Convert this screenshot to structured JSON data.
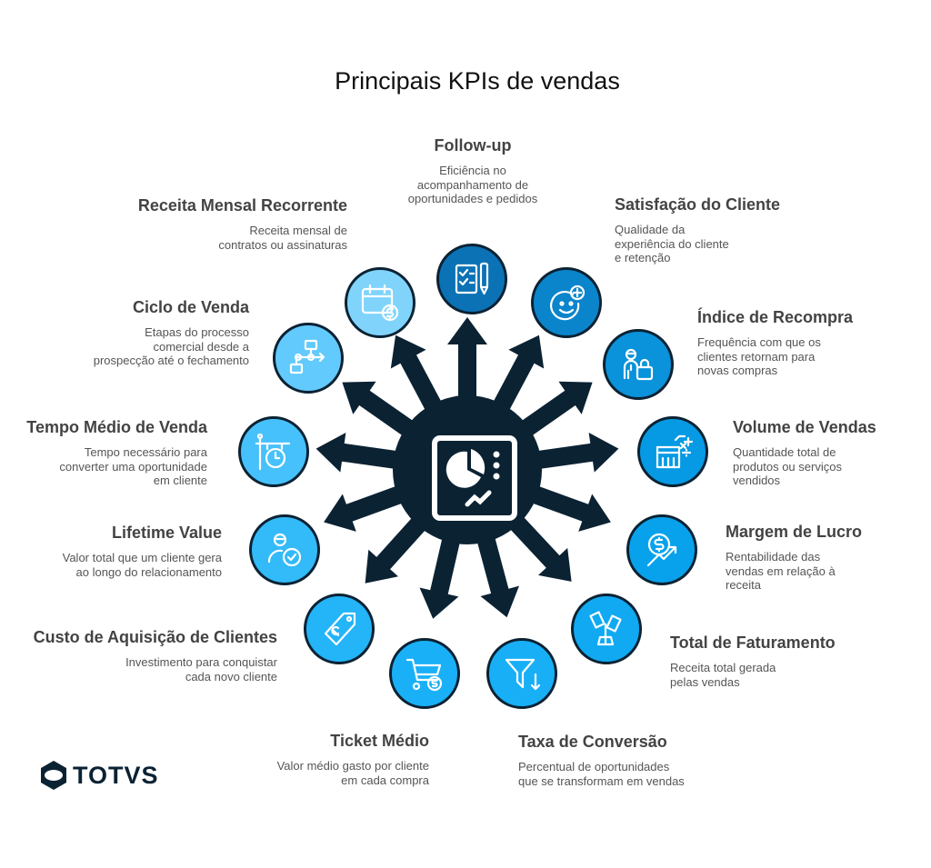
{
  "title": "Principais KPIs de vendas",
  "logo": "TOTVS",
  "kpis": [
    {
      "title": "Follow-up",
      "desc": "Eficiência no\nacompanhamento de\noportunidades e pedidos",
      "icon": "checklist-pen-icon",
      "color": "#0b72b5"
    },
    {
      "title": "Satisfação do Cliente",
      "desc": "Qualidade da\nexperiência do cliente\ne retenção",
      "icon": "smiley-plus-icon",
      "color": "#0a85cc"
    },
    {
      "title": "Índice de Recompra",
      "desc": "Frequência com que os\nclientes retornam para\nnovas compras",
      "icon": "customer-bag-icon",
      "color": "#0a92da"
    },
    {
      "title": "Volume de Vendas",
      "desc": "Quantidade total de\nprodutos ou serviços\nvendidos",
      "icon": "store-math-icon",
      "color": "#059ae3"
    },
    {
      "title": "Margem de Lucro",
      "desc": "Rentabilidade das\nvendas em relação à\nreceita",
      "icon": "dollar-growth-icon",
      "color": "#08a2ec"
    },
    {
      "title": "Total de Faturamento",
      "desc": "Receita total gerada\npelas vendas",
      "icon": "money-plant-icon",
      "color": "#10a9f2"
    },
    {
      "title": "Taxa de Conversão",
      "desc": "Percentual de oportunidades\nque se transformam em vendas",
      "icon": "funnel-arrow-icon",
      "color": "#18aff6"
    },
    {
      "title": "Ticket Médio",
      "desc": "Valor médio gasto por cliente\nem cada compra",
      "icon": "cart-dollar-icon",
      "color": "#1ab0f7"
    },
    {
      "title": "Custo de Aquisição de Clientes",
      "desc": "Investimento para conquistar\ncada novo cliente",
      "icon": "price-tag-icon",
      "color": "#24b4f8"
    },
    {
      "title": "Lifetime Value",
      "desc": "Valor total que um cliente gera\nao longo do relacionamento",
      "icon": "user-check-icon",
      "color": "#33baf9"
    },
    {
      "title": "Tempo Médio de Venda",
      "desc": "Tempo necessário para\nconverter uma oportunidade\nem cliente",
      "icon": "timer-sign-icon",
      "color": "#47c1fb"
    },
    {
      "title": "Ciclo de Venda",
      "desc": "Etapas do processo\ncomercial desde a\nprospecção até o fechamento",
      "icon": "flowchart-icon",
      "color": "#62cafc"
    },
    {
      "title": "Receita Mensal Recorrente",
      "desc": "Receita mensal de\ncontratos ou assinaturas",
      "icon": "calendar-dollar-icon",
      "color": "#80d4fc"
    }
  ]
}
